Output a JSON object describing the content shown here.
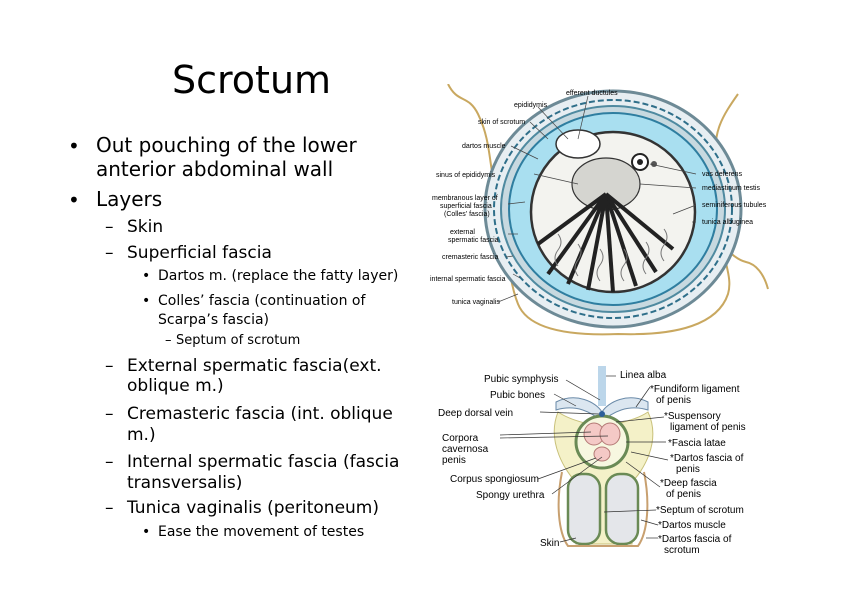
{
  "slide": {
    "title": "Scrotum",
    "bullets": {
      "b1_line1": "Out pouching of the lower",
      "b1_line2": "anterior abdominal wall",
      "b2": "Layers",
      "s1": "Skin",
      "s2": "Superficial fascia",
      "t1": "Dartos m. (replace the fatty layer)",
      "t2_line1": "Colles’ fascia (continuation of",
      "t2_line2": "Scarpa’s fascia)",
      "q1": "Septum of scrotum",
      "s3_line1": "External spermatic fascia(ext.",
      "s3_line2": "oblique m.)",
      "s4_line1": "Cremasteric fascia (int. oblique",
      "s4_line2": "m.)",
      "s5_line1": "Internal spermatic fascia (fascia",
      "s5_line2": "transversalis)",
      "s6": "Tunica vaginalis (peritoneum)",
      "t3": "Ease the movement of testes"
    },
    "markers": {
      "l1": "•",
      "l2": "–",
      "l3": "•",
      "l4": "–"
    }
  },
  "figure_testis": {
    "labels": {
      "efferent": "efferent ductules",
      "epididymis": "epididymis",
      "skin": "skin of scrotum",
      "dartos": "dartos muscle",
      "sinus": "sinus of epididymis",
      "membranous1": "membranous layer of",
      "membranous2": "superficial fascia",
      "membranous3": "(Colles' fascia)",
      "external1": "external",
      "external2": "spermatic fascia",
      "cremasteric": "cremasteric fascia",
      "internal": "internal spermatic fascia",
      "vaginalis": "tunica vaginalis",
      "vas": "vas deferens",
      "mediastinum": "mediastinum testis",
      "seminiferous": "seminiferous tubules",
      "albuginea": "tunica albuginea"
    }
  },
  "figure_penis": {
    "labels": {
      "linea": "Linea alba",
      "pubic_symphysis": "Pubic symphysis",
      "pubic_bones": "Pubic bones",
      "deep_dorsal": "Deep dorsal vein",
      "fundiform1": "*Fundiform ligament",
      "fundiform2": "of penis",
      "suspensory1": "*Suspensory",
      "suspensory2": "ligament of penis",
      "corpora1": "Corpora",
      "corpora2": "cavernosa",
      "corpora3": "penis",
      "fascia_latae": "*Fascia latae",
      "dartos_penis1": "*Dartos fascia of",
      "dartos_penis2": "penis",
      "spongiosum": "Corpus spongiosum",
      "deep_fascia1": "*Deep fascia",
      "deep_fascia2": "of penis",
      "spongy": "Spongy urethra",
      "septum": "*Septum of scrotum",
      "dartos_muscle": "*Dartos muscle",
      "skin": "Skin",
      "dartos_scrotum1": "*Dartos fascia of",
      "dartos_scrotum2": "scrotum"
    }
  }
}
